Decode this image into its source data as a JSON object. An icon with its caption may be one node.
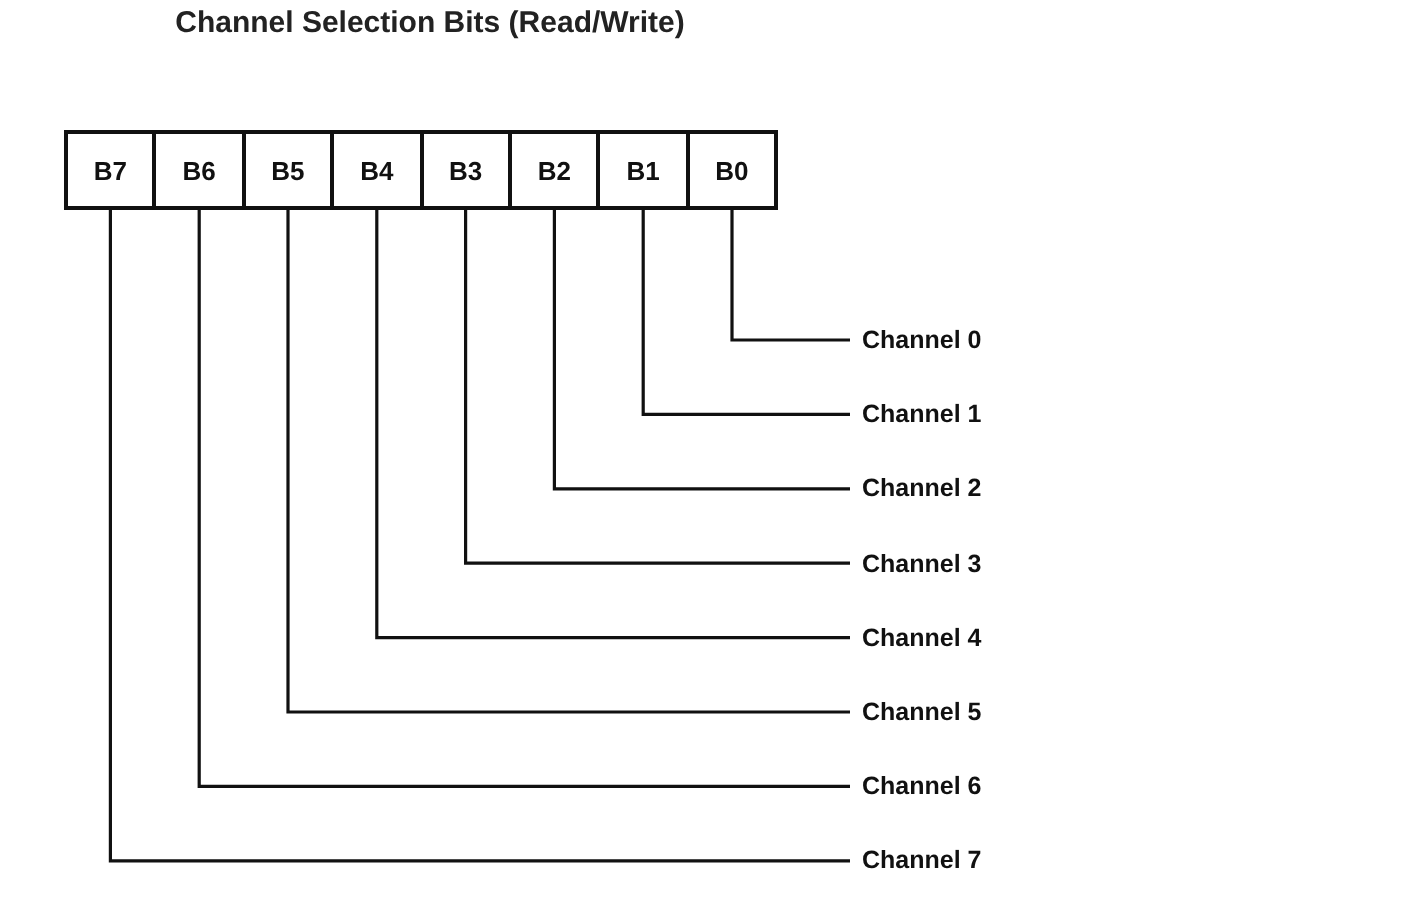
{
  "diagram": {
    "title": "Channel Selection Bits (Read/Write)",
    "nodes": [
      {
        "text": [
          "B7"
        ]
      },
      {
        "text": [
          "B6"
        ]
      },
      {
        "text": [
          "B5"
        ]
      },
      {
        "text": [
          "B4"
        ]
      },
      {
        "text": [
          "B3"
        ]
      },
      {
        "text": [
          "B2"
        ]
      },
      {
        "text": [
          "B1"
        ]
      },
      {
        "text": [
          "B0"
        ]
      },
      {
        "text": [
          "Channel 0"
        ]
      },
      {
        "text": [
          "Channel 1"
        ]
      },
      {
        "text": [
          "Channel 2"
        ]
      },
      {
        "text": [
          "Channel 3"
        ]
      },
      {
        "text": [
          "Channel 4"
        ]
      },
      {
        "text": [
          "Channel 5"
        ]
      },
      {
        "text": [
          "Channel 6"
        ]
      },
      {
        "text": [
          "Channel 7"
        ]
      }
    ],
    "edges": [
      {
        "from": 7,
        "to": 8,
        "arrow": "none"
      },
      {
        "from": 6,
        "to": 9,
        "arrow": "none"
      },
      {
        "from": 5,
        "to": 10,
        "arrow": "none"
      },
      {
        "from": 4,
        "to": 11,
        "arrow": "none"
      },
      {
        "from": 3,
        "to": 12,
        "arrow": "none"
      },
      {
        "from": 2,
        "to": 13,
        "arrow": "none"
      },
      {
        "from": 1,
        "to": 14,
        "arrow": "none"
      },
      {
        "from": 0,
        "to": 15,
        "arrow": "none"
      }
    ]
  }
}
